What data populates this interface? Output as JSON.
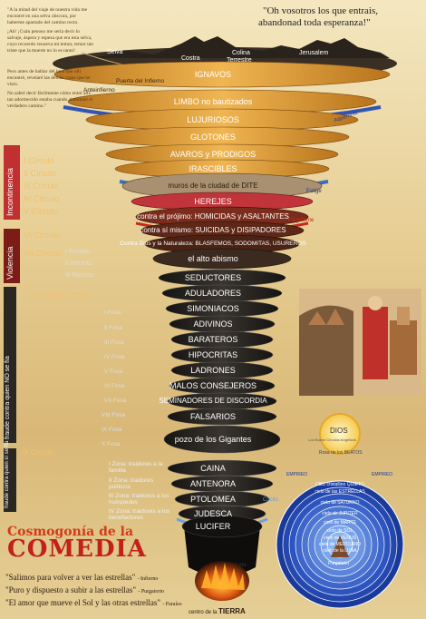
{
  "header": {
    "quote_line1": "\"Oh vosotros los  que entrais,",
    "quote_line2": "abandonad toda esperanza!\"",
    "intro_text_1": "\"A la mitad del viaje de nuestra vida me encontré en una selva obscura, por haberme apartado del camino recto.",
    "intro_text_2": "¡Ah! ¡Cuán penoso me sería decir lo salvaje, áspera y espesa que era esta selva, cuyo recuerdo renueva mi temor, temor tan triste que la muerte no lo es tanto!",
    "intro_text_3": "Pero antes de hablar del bien que allí encontré, revelaré las demás cosas que he visto.",
    "intro_text_4": "No sabré decir fácilmente cómo entré allí; tan adormecido estaba cuando abandoné el verdadero camino.\""
  },
  "landscape": {
    "selva": "Selva",
    "costra": "Costra",
    "colina": "Colina",
    "terrestre": "Terrestre",
    "jerusalem": "Jerusalem",
    "puerta": "Puerta del Infierno",
    "anteinfierno": "Anteinfierno",
    "aqueronte": "Aqueronte",
    "flegetonte": "Flegetonte",
    "estige": "Estige",
    "lete": "Lete",
    "cocito": "Cocito"
  },
  "sections": {
    "incontinencia": "Incontinencia",
    "violencia": "Violencia",
    "fraude1": "fraude contra quien NO se fía",
    "fraude2": "fraude contra quien sí se fía"
  },
  "circles": {
    "c1": "I Círculo",
    "c2": "II Círculo",
    "c3": "III Círculo",
    "c4": "IV Círculo",
    "c5": "V Círculo",
    "c6": "VI Círculo",
    "c7": "VII Círculo",
    "r1": "I Recinto",
    "r2": "II Recinto",
    "r3": "III Recinto",
    "c8": "VIII Círculo",
    "c8sub": "Malebolge",
    "c9": "IX Círculo"
  },
  "fosas": [
    "I Fosa",
    "II Fosa",
    "III Fosa",
    "IV Fosa",
    "V Fosa",
    "VI Fosa",
    "VII Fosa",
    "VIII Fosa",
    "IX Fosa",
    "X Fosa"
  ],
  "zonas": {
    "z1": "I Zona: traidores a la familia",
    "z2": "II Zona: traidores políticos",
    "z3": "III Zona: traidores a los huéspedes",
    "z4": "IV Zona: traidores a los benefactores"
  },
  "bands": {
    "ignavos": "IGNAVOS",
    "limbo": "LIMBO no bautizados",
    "lujuriosos": "LUJURIOSOS",
    "glotones": "GLOTONES",
    "avaros": "AVAROS y PRODIGOS",
    "irascibles": "IRASCIBLES",
    "dite": "muros de la ciudad de DITE",
    "herejes": "HEREJES",
    "projimo": "contra el prójimo: HOMICIDAS y ASALTANTES",
    "si_mismo": "contra sí mismo: SUICIDAS y DISIPADORES",
    "dios": "Contra Dios y la Naturaleza: BLASFEMOS, SODOMITAS, USUREROS",
    "abismo": "el alto abismo",
    "seductores": "SEDUCTORES",
    "aduladores": "ADULADORES",
    "simoniacos": "SIMONIACOS",
    "adivinos": "ADIVINOS",
    "barateros": "BARATEROS",
    "hipocritas": "HIPOCRITAS",
    "ladrones": "LADRONES",
    "malos": "MALOS CONSEJEROS",
    "seminadores": "SEMINADORES DE DISCORDIA",
    "falsarios": "FALSARIOS",
    "gigantes": "pozo de los Gigantes",
    "caina": "CAINA",
    "antenora": "ANTENORA",
    "ptolomea": "PTOLOMEA",
    "judesca": "JUDESCA",
    "lucifer": "LUCIFER"
  },
  "title": {
    "line1": "Cosmogonía de la",
    "line2": "COMEDIA"
  },
  "quotes": {
    "q1": "\"Salimos para volver a ver las estrellas\"",
    "q1src": "- Infierno",
    "q2": "\"Puro y dispuesto a subir a las estrellas\"",
    "q2src": "- Purgatorio",
    "q3": "\"El amor que mueve el Sol y las otras estrellas\"",
    "q3src": "- Paraíso",
    "centro_pre": "centro",
    "centro_de": "de la",
    "centro": "TIERRA"
  },
  "paradise": {
    "dios": "DIOS",
    "nueve": "Los Nueve Círculos Angélicos",
    "rosa": "Rosa de los BEATOS",
    "empireo_l": "EMPIREO",
    "empireo_r": "EMPIREO",
    "spheres": [
      "CIEL cristallino QUIETO",
      "cielo de las ESTRELLAS",
      "cielo de SATURNO",
      "cielo de JUPITER",
      "cielo de MARTE",
      "cielo de SOL",
      "cielo de VENUS",
      "cielo de MERCURIO",
      "cielo de la LUNA"
    ],
    "purgatorio": "Purgatorio"
  },
  "colors": {
    "background": "#f1e2b6",
    "funnel_gold": "#e2a33d",
    "funnel_dark": "#1c1a18",
    "accent_red": "#b0262b",
    "blue_ring": "#3254b3"
  }
}
